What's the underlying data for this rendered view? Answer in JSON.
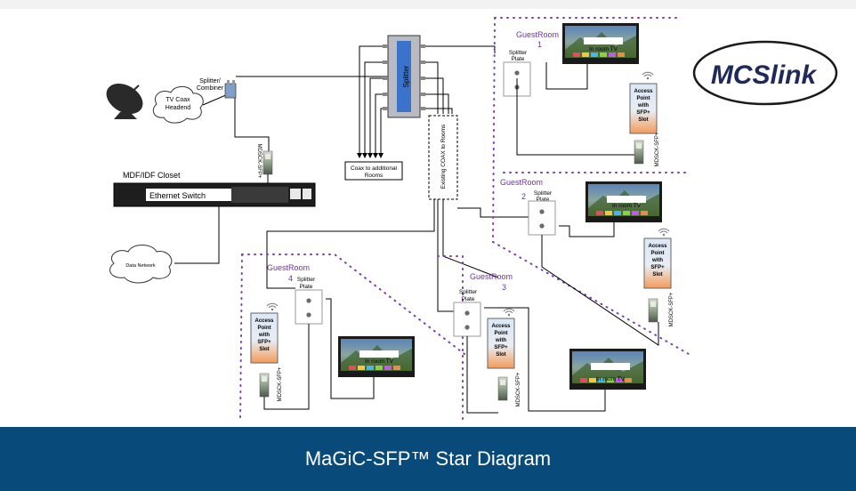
{
  "footer": {
    "title": "MaGiC-SFP™ Star Diagram"
  },
  "logo": {
    "text": "MCSlink"
  },
  "headend": {
    "cloud_label_1": "TV Coax",
    "cloud_label_2": "Headend"
  },
  "combiner": {
    "label_1": "Splitter/",
    "label_2": "Combiner"
  },
  "closet": {
    "label": "MDF/IDF Closet",
    "switch_label": "Ethernet Switch",
    "sfp_label": "MDSCK-SFP+"
  },
  "data_network": {
    "label": "Data Network"
  },
  "main_splitter": {
    "label": "Splitter"
  },
  "additional": {
    "label_1": "Coax to additional",
    "label_2": "Rooms"
  },
  "existing_coax": {
    "label": "Existing COAX to Rooms"
  },
  "rooms": [
    {
      "name": "GuestRoom",
      "number": "1",
      "plate_1": "Splitter",
      "plate_2": "Plate",
      "tv": "In room TV",
      "ap": [
        "Access",
        "Point",
        "with",
        "SFP+",
        "Slot"
      ],
      "sfp": "MDSCK-SFP+"
    },
    {
      "name": "GuestRoom",
      "number": "2",
      "plate_1": "Splitter",
      "plate_2": "Plate",
      "tv": "In room TV",
      "ap": [
        "Access",
        "Point",
        "with",
        "SFP+",
        "Slot"
      ],
      "sfp": "MDSCK-SFP+"
    },
    {
      "name": "GuestRoom",
      "number": "3",
      "plate_1": "Splitter",
      "plate_2": "Plate",
      "tv": "In room TV",
      "ap": [
        "Access",
        "Point",
        "with",
        "SFP+",
        "Slot"
      ],
      "sfp": "MDSCK-SFP+"
    },
    {
      "name": "GuestRoom",
      "number": "4",
      "plate_1": "Splitter",
      "plate_2": "Plate",
      "tv": "In room TV",
      "ap": [
        "Access",
        "Point",
        "with",
        "SFP+",
        "Slot"
      ],
      "sfp": "MDSCK-SFP+"
    }
  ],
  "colors": {
    "footer": "#084a7a",
    "room_label": "#7030a0",
    "dotted": "#7a3fa8",
    "ap_top": "#dbe8f7",
    "ap_bottom": "#f39b5a"
  }
}
